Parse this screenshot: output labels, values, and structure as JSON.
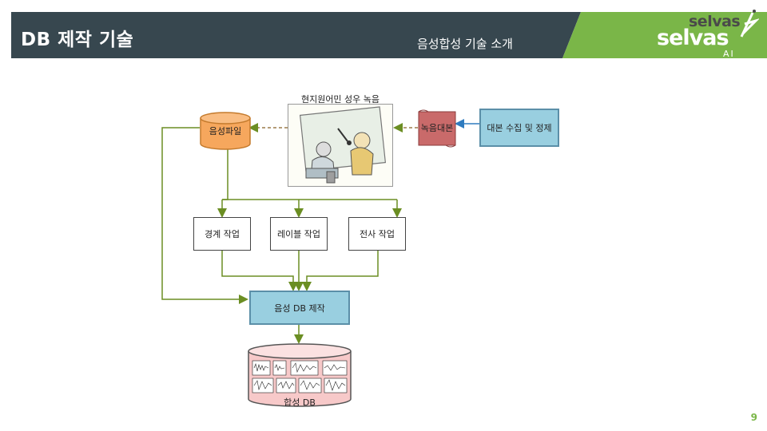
{
  "header": {
    "page_title": "DB 제작 기술",
    "section_title": "음성합성 기술 소개",
    "logo_small": "selvas",
    "logo_big": "selvas",
    "logo_suffix": "AI"
  },
  "diagram": {
    "recording_label": "현지원어민 성우 녹음",
    "audio_file": "음성파일",
    "script": "녹음대본",
    "script_collection": "대본 수집 및 정제",
    "segmentation": "경계 작업",
    "labeling": "레이블 작업",
    "transcription": "전사 작업",
    "db_build": "음성 DB 제작",
    "synthesis_db": "합성 DB"
  },
  "colors": {
    "header_dark": "#37474f",
    "header_green": "#7ab648",
    "arrow_green": "#6b8e23",
    "cylinder_orange": "#f6a75d",
    "scroll_red": "#c96a6a",
    "box_blue": "#99cfe0",
    "db_pink": "#f7c9c9"
  },
  "footer": {
    "page_number": "9"
  }
}
